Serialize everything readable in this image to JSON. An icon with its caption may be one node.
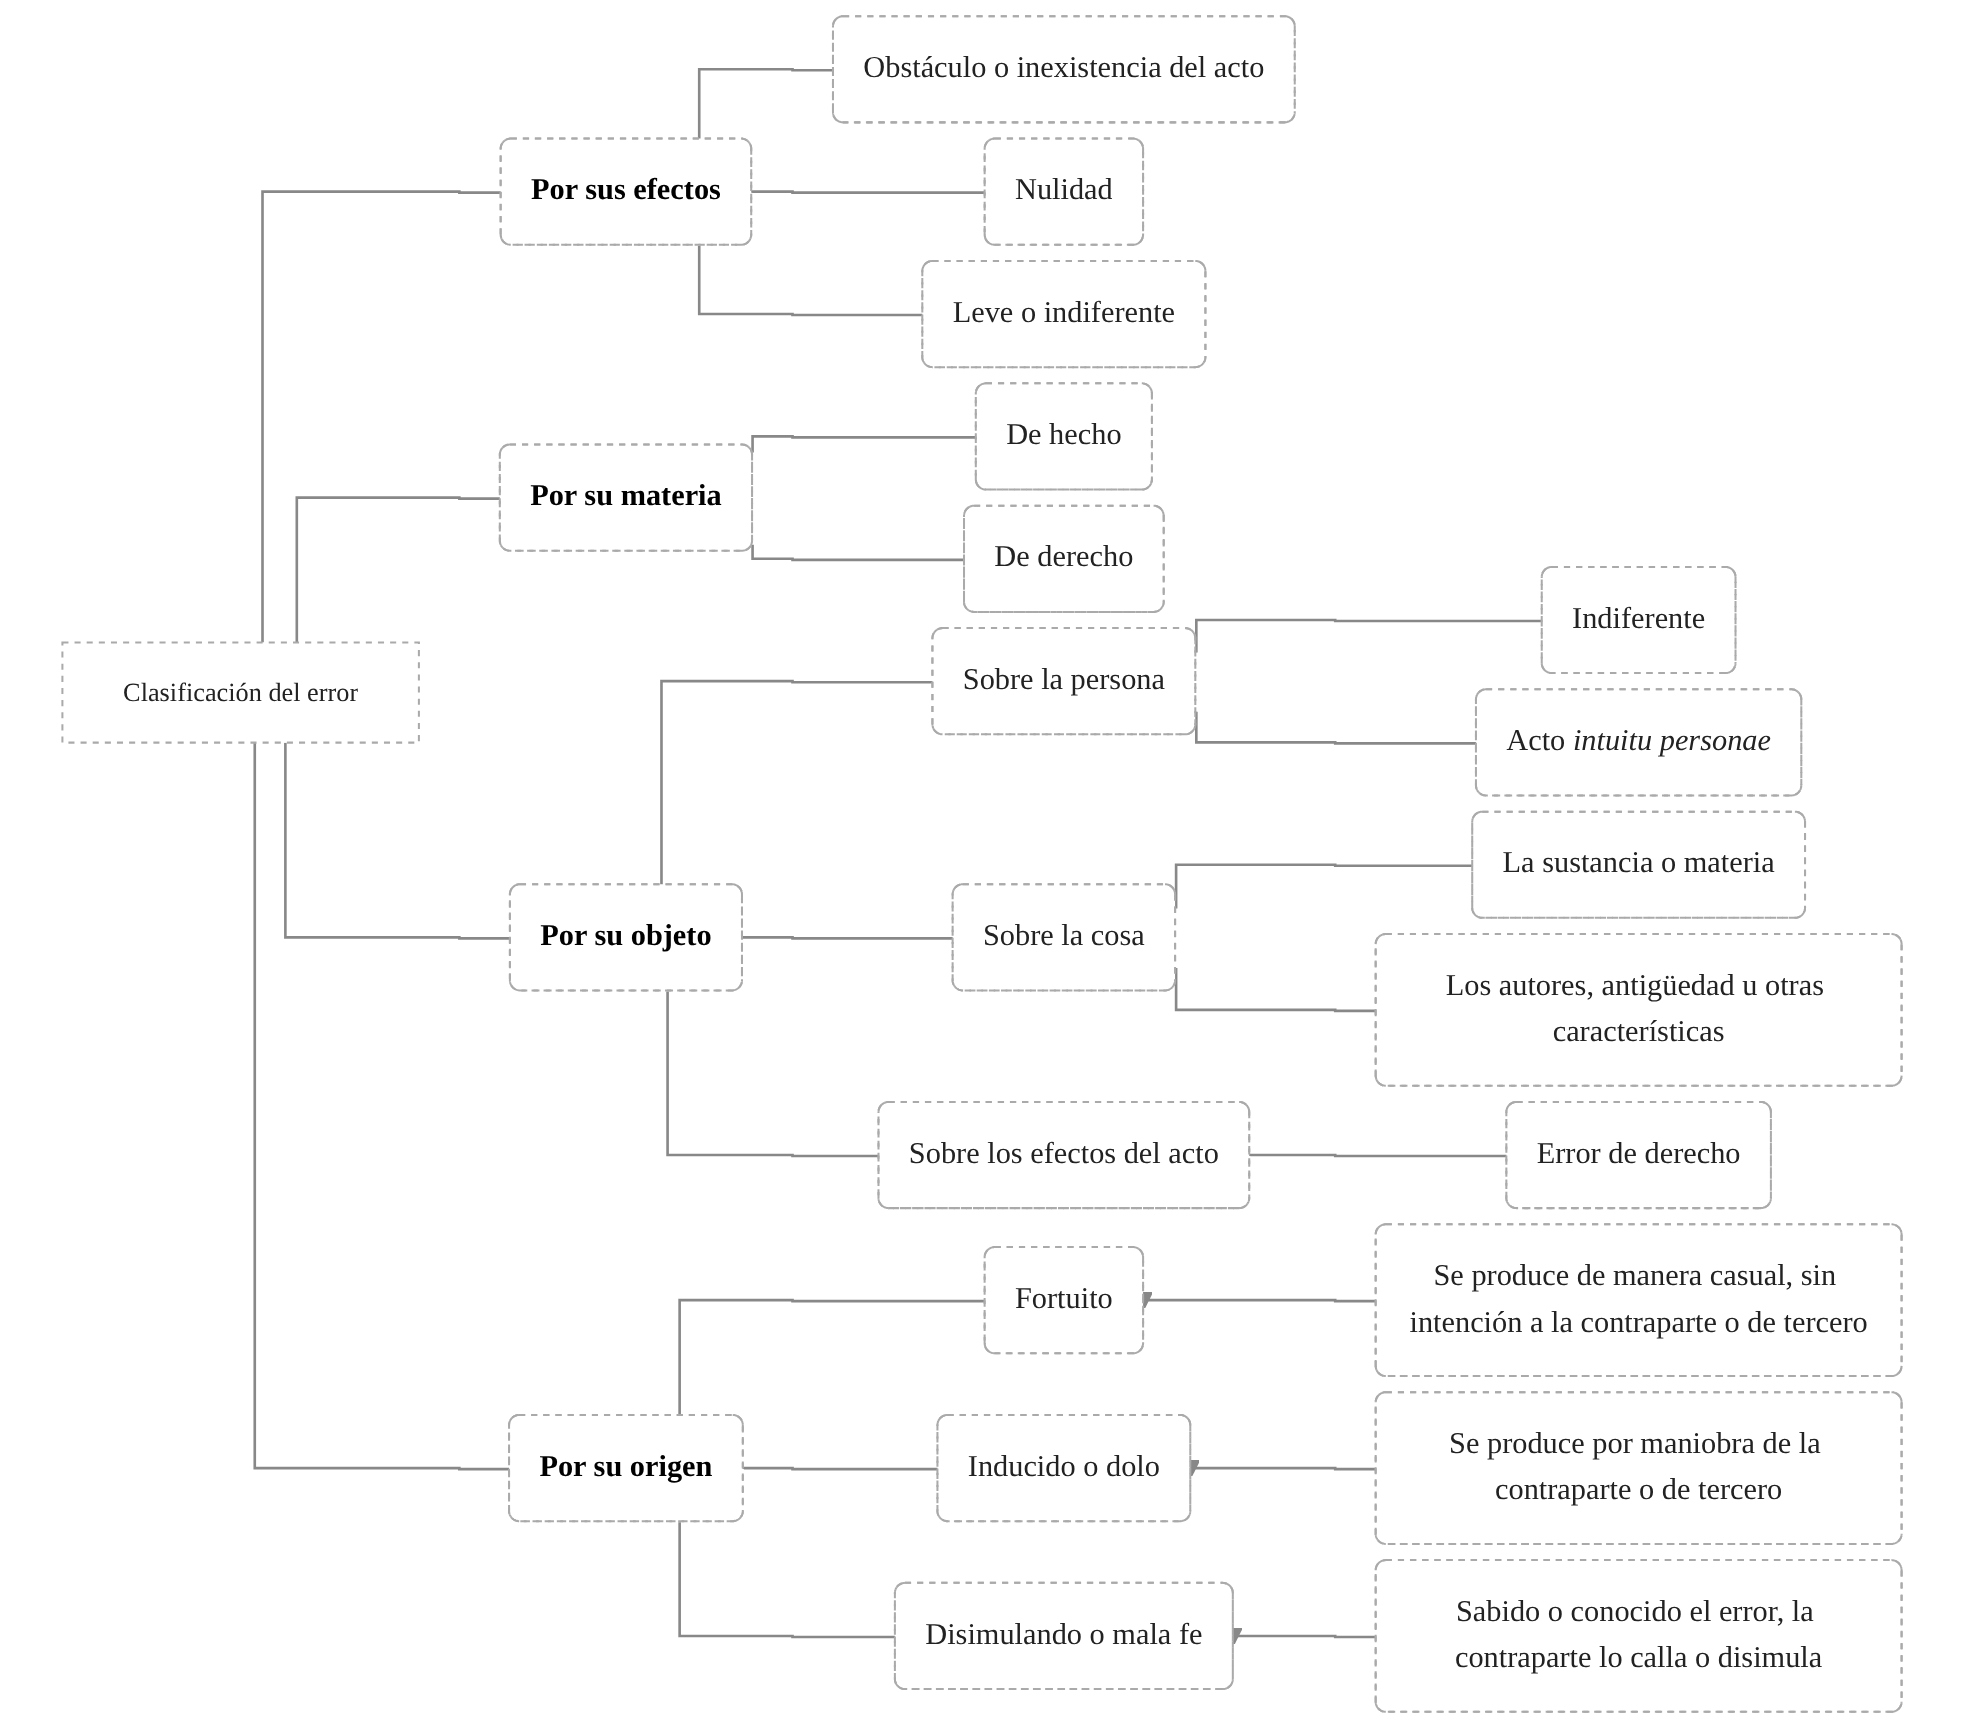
{
  "diagram": {
    "nodes": [
      {
        "text": [
          "Clasificación del error"
        ]
      },
      {
        "text": [
          "Por sus efectos"
        ]
      },
      {
        "text": [
          "Obstáculo o inexistencia del acto"
        ]
      },
      {
        "text": [
          "Nulidad"
        ]
      },
      {
        "text": [
          "Leve o indiferente"
        ]
      },
      {
        "text": [
          "Por su materia"
        ]
      },
      {
        "text": [
          "De hecho"
        ]
      },
      {
        "text": [
          "De derecho"
        ]
      },
      {
        "text": [
          "Por su objeto"
        ]
      },
      {
        "text": [
          "Sobre la persona"
        ]
      },
      {
        "text": [
          "Indiferente"
        ]
      },
      {
        "text": [
          "Acto *intuitu personae*"
        ]
      },
      {
        "text": [
          "Sobre la cosa"
        ]
      },
      {
        "text": [
          "La sustancia o materia"
        ]
      },
      {
        "text": [
          "Los autores, antigüedad u otras características"
        ]
      },
      {
        "text": [
          "Sobre los efectos del acto"
        ]
      },
      {
        "text": [
          "Error de derecho"
        ]
      },
      {
        "text": [
          "Por su origen"
        ]
      },
      {
        "text": [
          "Fortuito"
        ]
      },
      {
        "text": [
          "Se produce de manera casual, sin intención a la contraparte o de tercero"
        ]
      },
      {
        "text": [
          "Inducido o dolo"
        ]
      },
      {
        "text": [
          "Se produce por maniobra de la contraparte o de tercero"
        ]
      },
      {
        "text": [
          "Disimulando o mala fe"
        ]
      },
      {
        "text": [
          "Sabido o conocido el error, la contraparte lo calla o disimula"
        ]
      }
    ],
    "edges": [
      {
        "from": 0,
        "to": 1,
        "arrow": "none"
      },
      {
        "from": 0,
        "to": 5,
        "arrow": "none"
      },
      {
        "from": 0,
        "to": 8,
        "arrow": "none"
      },
      {
        "from": 0,
        "to": 17,
        "arrow": "none"
      },
      {
        "from": 1,
        "to": 2,
        "arrow": "none"
      },
      {
        "from": 1,
        "to": 3,
        "arrow": "none"
      },
      {
        "from": 1,
        "to": 4,
        "arrow": "none"
      },
      {
        "from": 5,
        "to": 6,
        "arrow": "none"
      },
      {
        "from": 5,
        "to": 7,
        "arrow": "none"
      },
      {
        "from": 8,
        "to": 9,
        "arrow": "none"
      },
      {
        "from": 8,
        "to": 12,
        "arrow": "none"
      },
      {
        "from": 8,
        "to": 15,
        "arrow": "none"
      },
      {
        "from": 9,
        "to": 10,
        "arrow": "none"
      },
      {
        "from": 9,
        "to": 11,
        "arrow": "none"
      },
      {
        "from": 12,
        "to": 13,
        "arrow": "none"
      },
      {
        "from": 12,
        "to": 14,
        "arrow": "none"
      },
      {
        "from": 15,
        "to": 16,
        "arrow": "none"
      },
      {
        "from": 17,
        "to": 18,
        "arrow": "none"
      },
      {
        "from": 17,
        "to": 20,
        "arrow": "none"
      },
      {
        "from": 17,
        "to": 22,
        "arrow": "none"
      },
      {
        "from": 19,
        "to": 18,
        "arrow": "to"
      },
      {
        "from": 21,
        "to": 20,
        "arrow": "to"
      },
      {
        "from": 23,
        "to": 22,
        "arrow": "to"
      }
    ]
  }
}
